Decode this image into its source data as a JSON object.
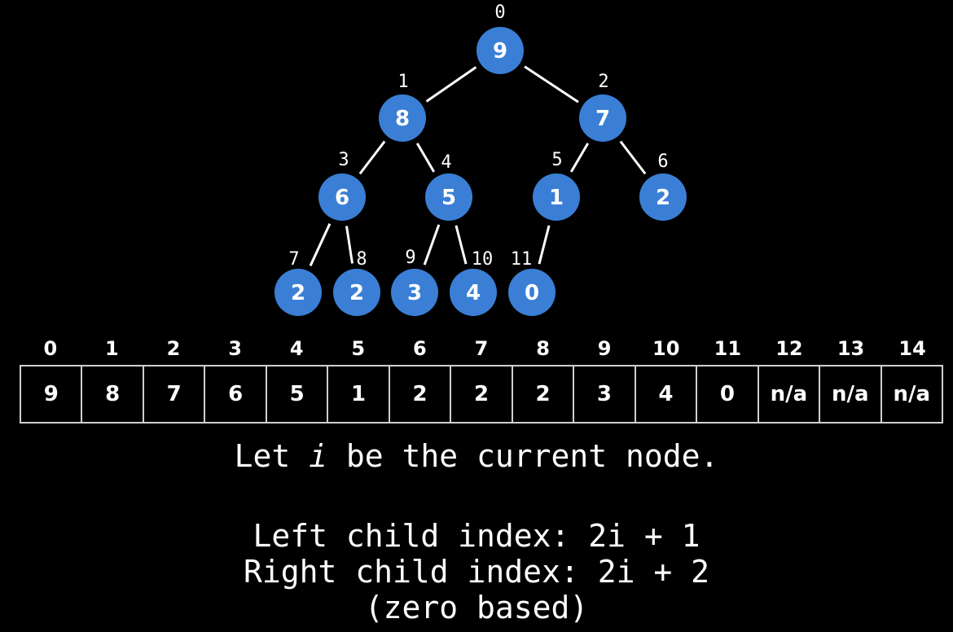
{
  "tree": {
    "nodes": [
      {
        "index": "0",
        "value": "9"
      },
      {
        "index": "1",
        "value": "8"
      },
      {
        "index": "2",
        "value": "7"
      },
      {
        "index": "3",
        "value": "6"
      },
      {
        "index": "4",
        "value": "5"
      },
      {
        "index": "5",
        "value": "1"
      },
      {
        "index": "6",
        "value": "2"
      },
      {
        "index": "7",
        "value": "2"
      },
      {
        "index": "8",
        "value": "2"
      },
      {
        "index": "9",
        "value": "3"
      },
      {
        "index": "10",
        "value": "4"
      },
      {
        "index": "11",
        "value": "0"
      }
    ],
    "edges": [
      [
        0,
        1
      ],
      [
        0,
        2
      ],
      [
        1,
        3
      ],
      [
        1,
        4
      ],
      [
        2,
        5
      ],
      [
        2,
        6
      ],
      [
        3,
        7
      ],
      [
        3,
        8
      ],
      [
        4,
        9
      ],
      [
        4,
        10
      ],
      [
        5,
        11
      ]
    ],
    "node_color": "#3a7fd5"
  },
  "array": {
    "indices": [
      "0",
      "1",
      "2",
      "3",
      "4",
      "5",
      "6",
      "7",
      "8",
      "9",
      "10",
      "11",
      "12",
      "13",
      "14"
    ],
    "values": [
      "9",
      "8",
      "7",
      "6",
      "5",
      "1",
      "2",
      "2",
      "2",
      "3",
      "4",
      "0",
      "n/a",
      "n/a",
      "n/a"
    ]
  },
  "text": {
    "line1_before": "Let ",
    "line1_var": "i",
    "line1_after": " be the current node.",
    "left_child": "Left child index: 2i + 1",
    "right_child": "Right child index: 2i + 2",
    "zero_based": "(zero based)"
  }
}
